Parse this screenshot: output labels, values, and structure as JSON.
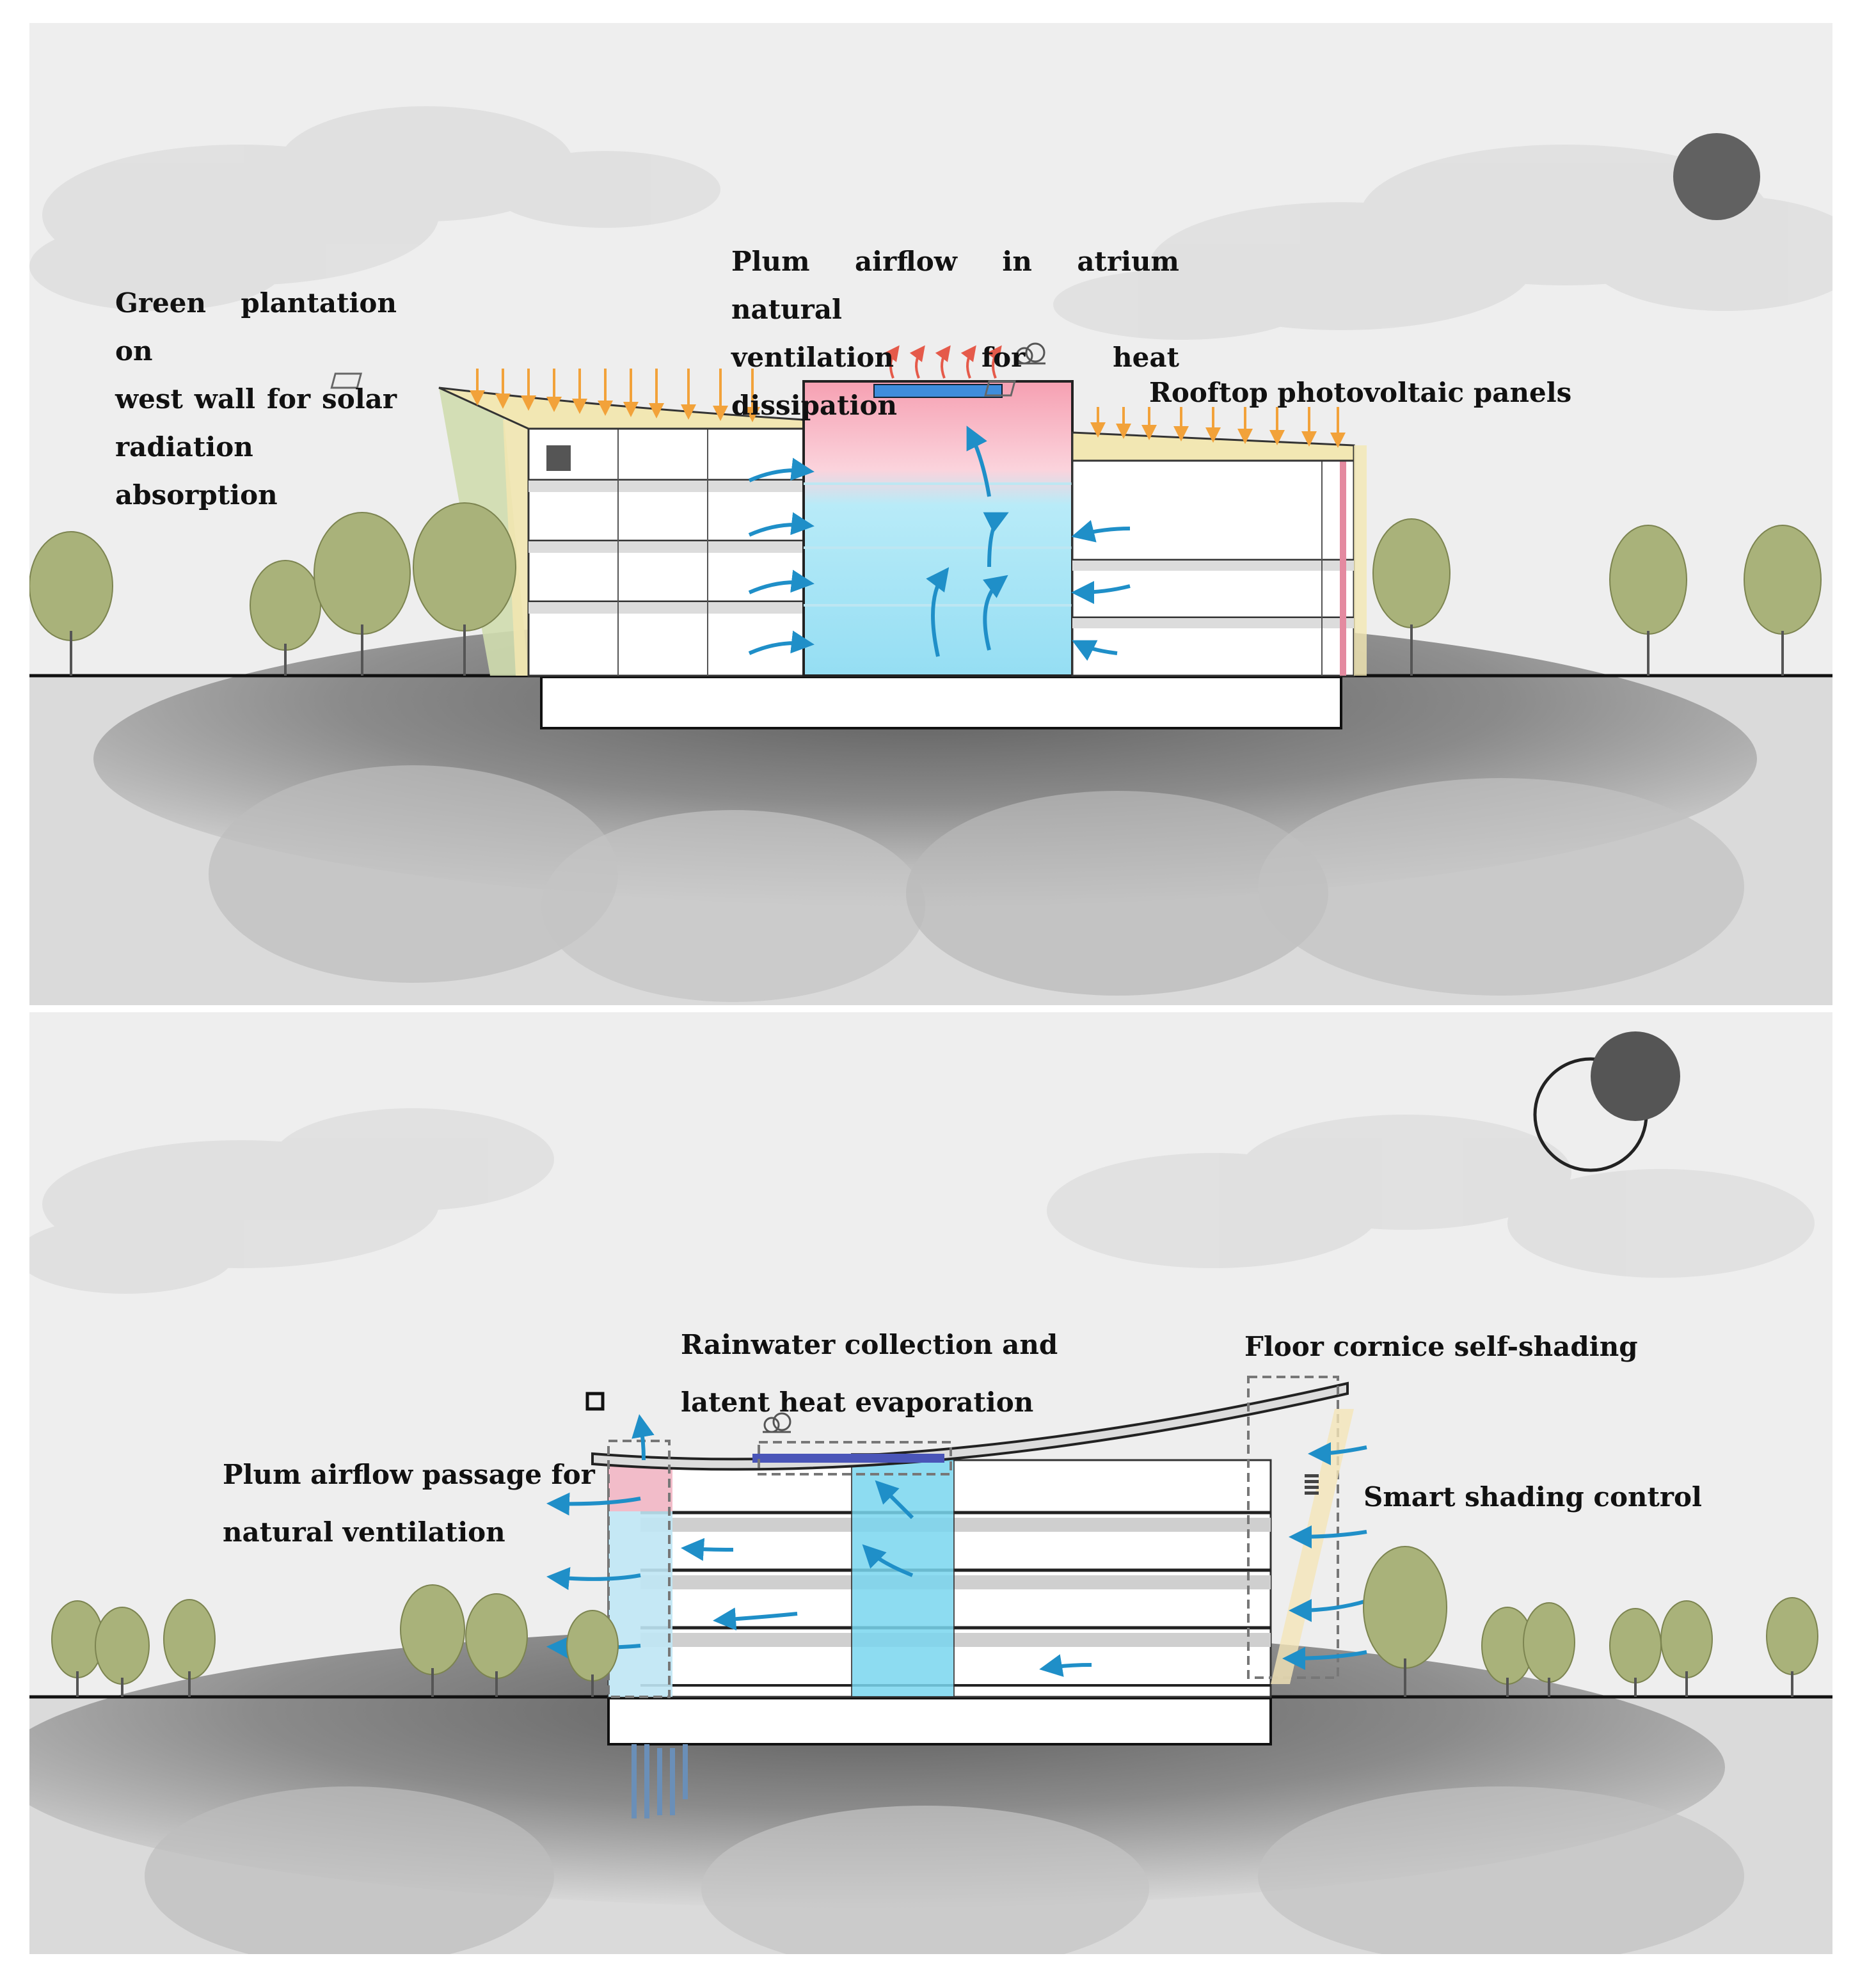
{
  "top_section": {
    "label_west_wall": [
      "Green plantation on",
      "west wall for solar",
      "radiation absorption"
    ],
    "label_atrium": [
      "Plum airflow in atrium natural",
      "ventilation for heat dissipation"
    ],
    "label_pv": "Rooftop photovoltaic panels"
  },
  "bottom_section": {
    "label_rainwater": [
      "Rainwater collection and",
      "latent heat evaporation"
    ],
    "label_cornice": "Floor cornice self-shading",
    "label_passage": [
      "Plum airflow passage for",
      "natural ventilation"
    ],
    "label_shading": "Smart shading control"
  },
  "colors": {
    "background": "#eeeeee",
    "tree": "#a9b27a",
    "airflow": "#1f8fc8",
    "atrium_cool": "#a9e4f5",
    "atrium_warm": "#f4a3b4",
    "solar_arrow": "#f2a23a",
    "green_wall": "#c9d9a5",
    "roof_yellow": "#f2e7b3",
    "ground": "#6d6d6d",
    "sun": "#616161"
  }
}
